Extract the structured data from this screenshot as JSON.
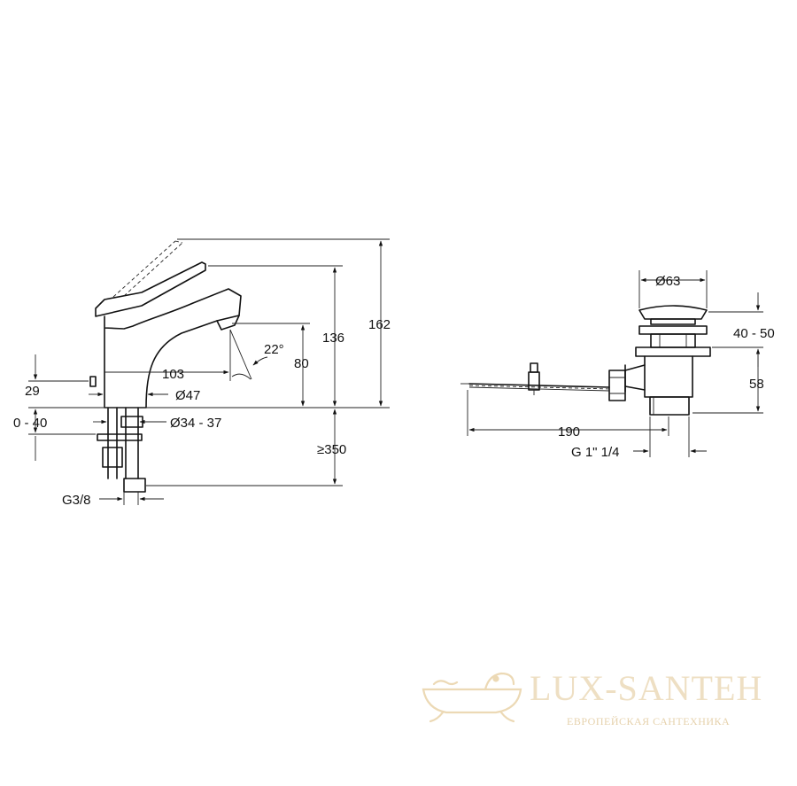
{
  "faucet": {
    "dimensions": {
      "d29": "29",
      "d0_40": "0 - 40",
      "d103": "103",
      "d47": "Ø47",
      "d34_37": "Ø34 - 37",
      "d22": "22°",
      "d80": "80",
      "d136": "136",
      "d162": "162",
      "d350": "≥350",
      "g38": "G3/8"
    }
  },
  "drain": {
    "dimensions": {
      "d63": "Ø63",
      "d40_50": "40 - 50",
      "d58": "58",
      "d190": "190",
      "g1_14": "G 1\" 1/4"
    }
  },
  "watermark": {
    "brand": "LUX-SANTEH",
    "tagline": "ЕВРОПЕЙСКАЯ САНТЕХНИКА"
  }
}
